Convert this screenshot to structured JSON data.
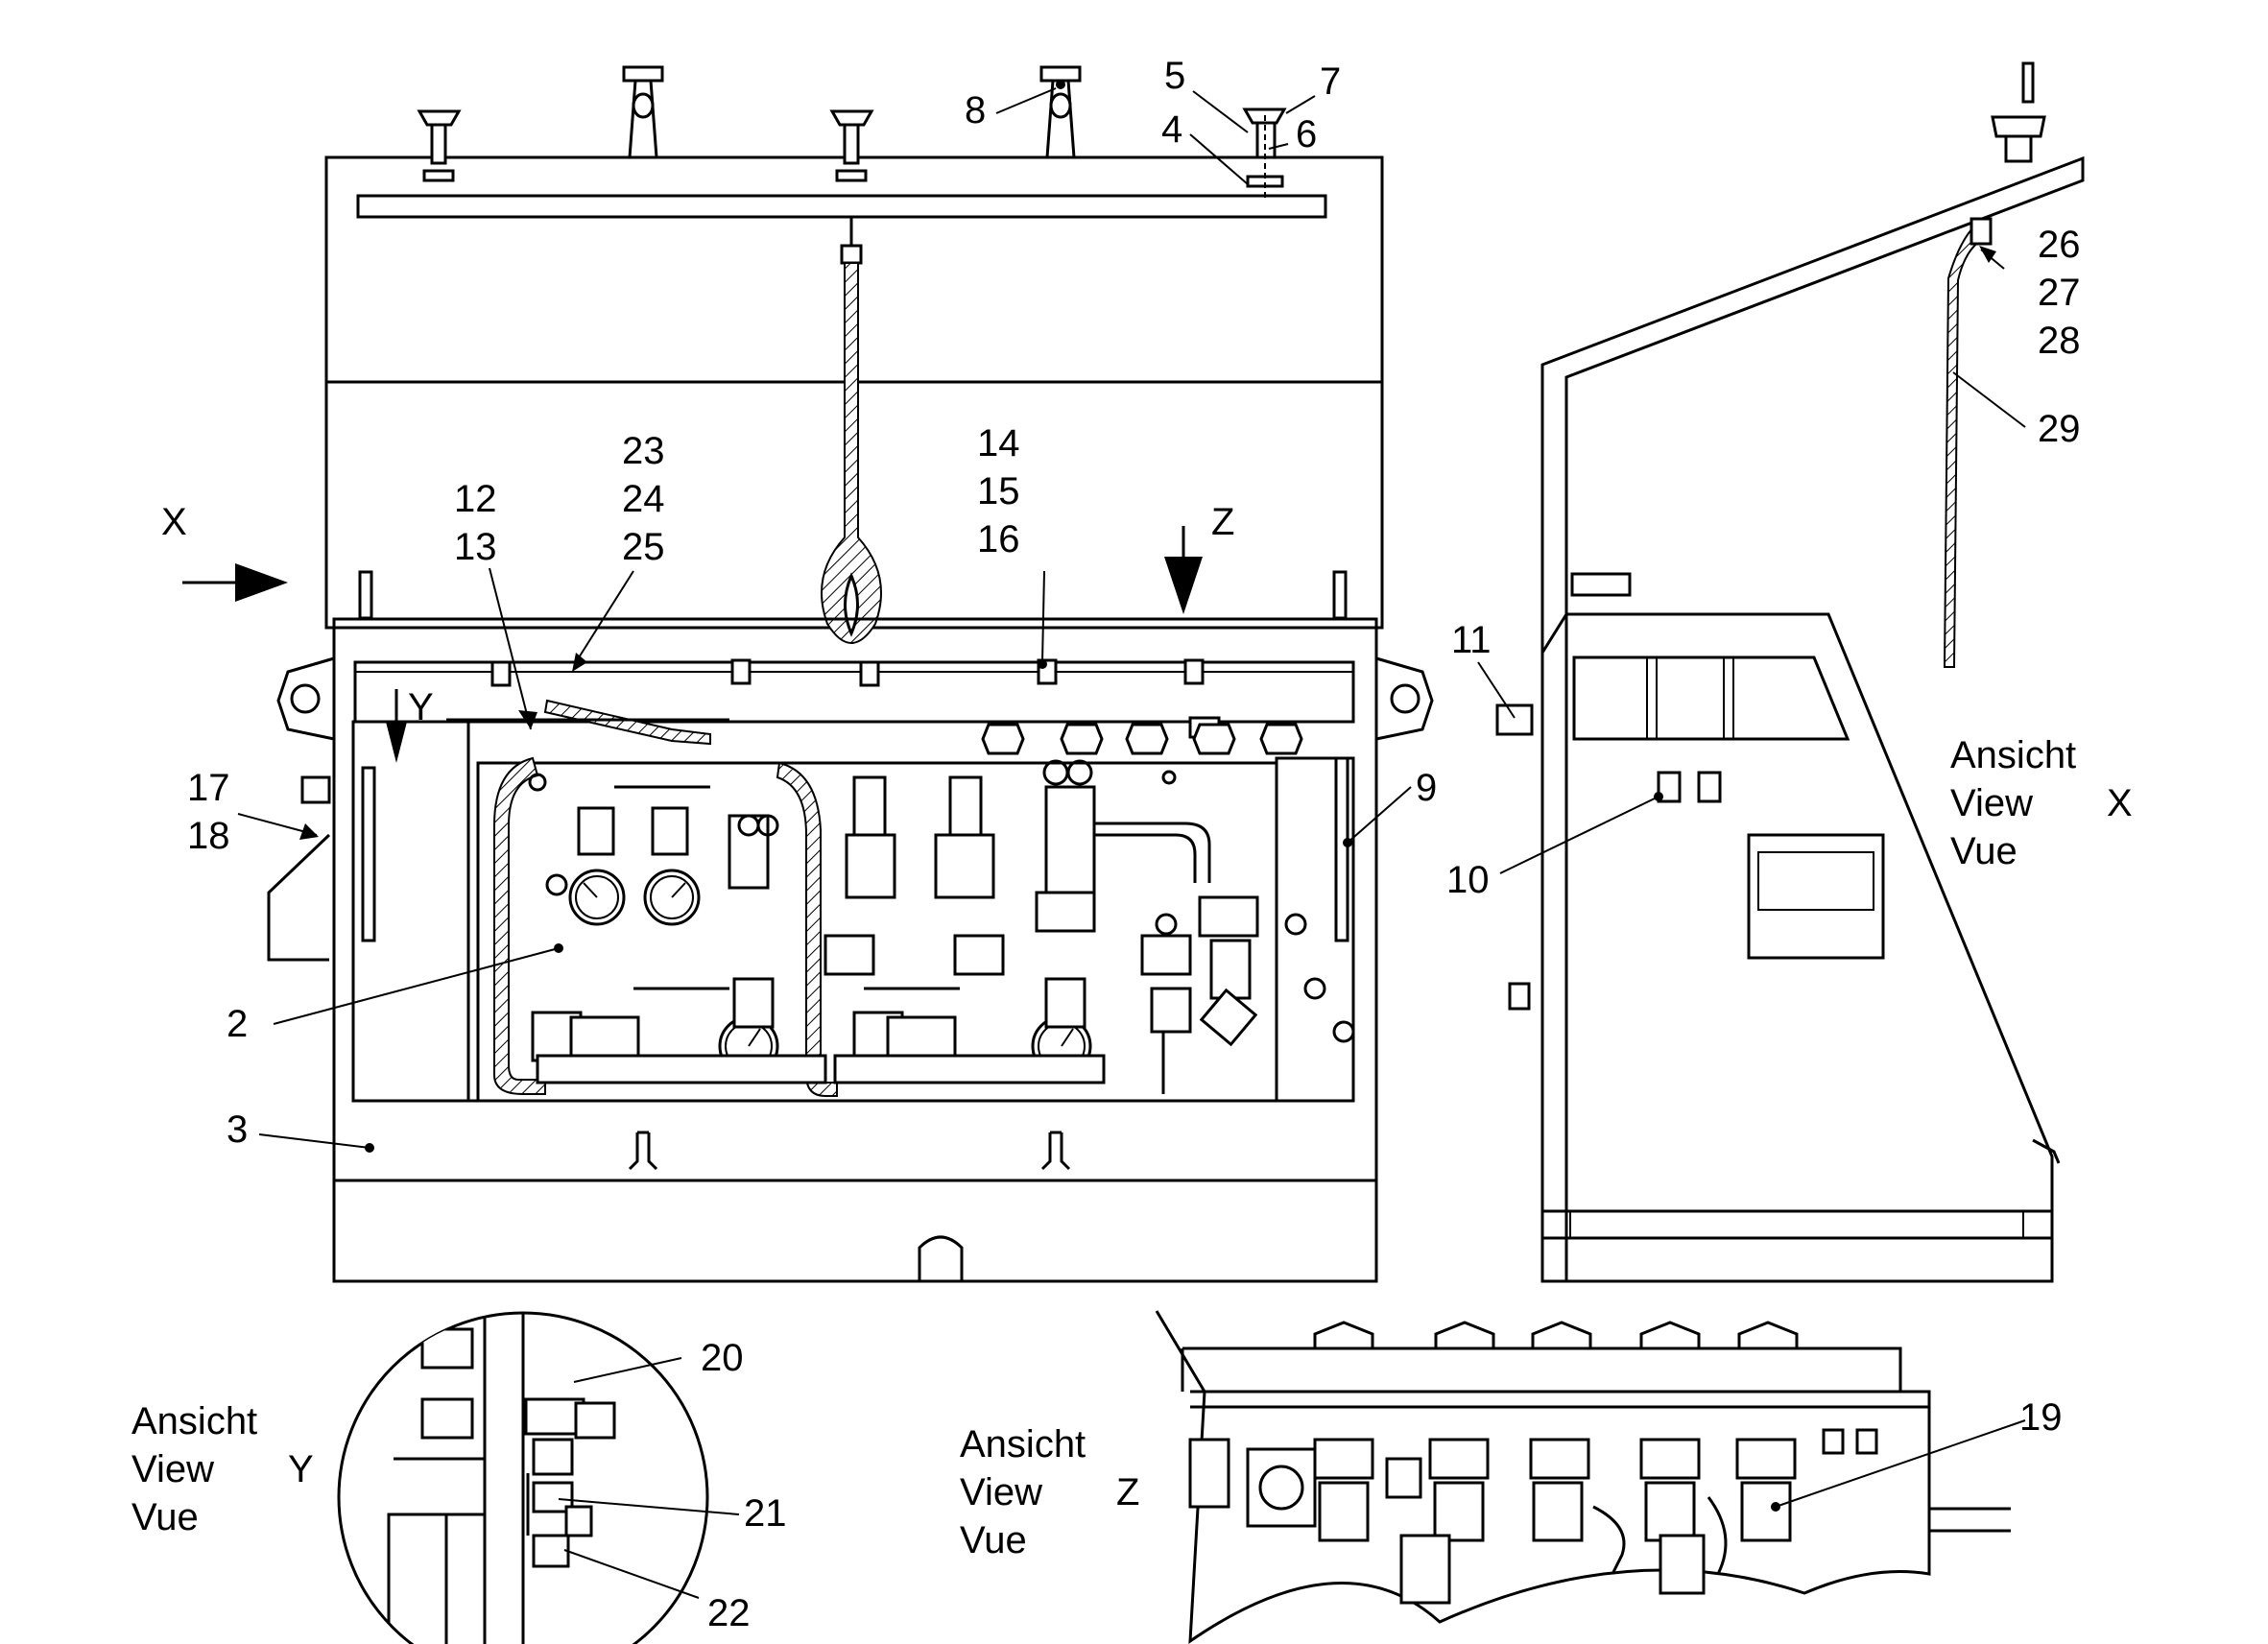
{
  "callouts": {
    "c2": "2",
    "c3": "3",
    "c4": "4",
    "c5": "5",
    "c6": "6",
    "c7": "7",
    "c8": "8",
    "c9": "9",
    "c10": "10",
    "c11": "11",
    "c12": "12",
    "c13": "13",
    "c14": "14",
    "c15": "15",
    "c16": "16",
    "c17": "17",
    "c18": "18",
    "c19": "19",
    "c20": "20",
    "c21": "21",
    "c22": "22",
    "c23": "23",
    "c24": "24",
    "c25": "25",
    "c26": "26",
    "c27": "27",
    "c28": "28",
    "c29": "29"
  },
  "view_markers": {
    "x": "X",
    "y": "Y",
    "z": "Z"
  },
  "views": {
    "x": {
      "line1": "Ansicht",
      "line2": "View",
      "line3": "Vue",
      "letter": "X"
    },
    "y": {
      "line1": "Ansicht",
      "line2": "View",
      "line3": "Vue",
      "letter": "Y"
    },
    "z": {
      "line1": "Ansicht",
      "line2": "View",
      "line3": "Vue",
      "letter": "Z"
    }
  }
}
